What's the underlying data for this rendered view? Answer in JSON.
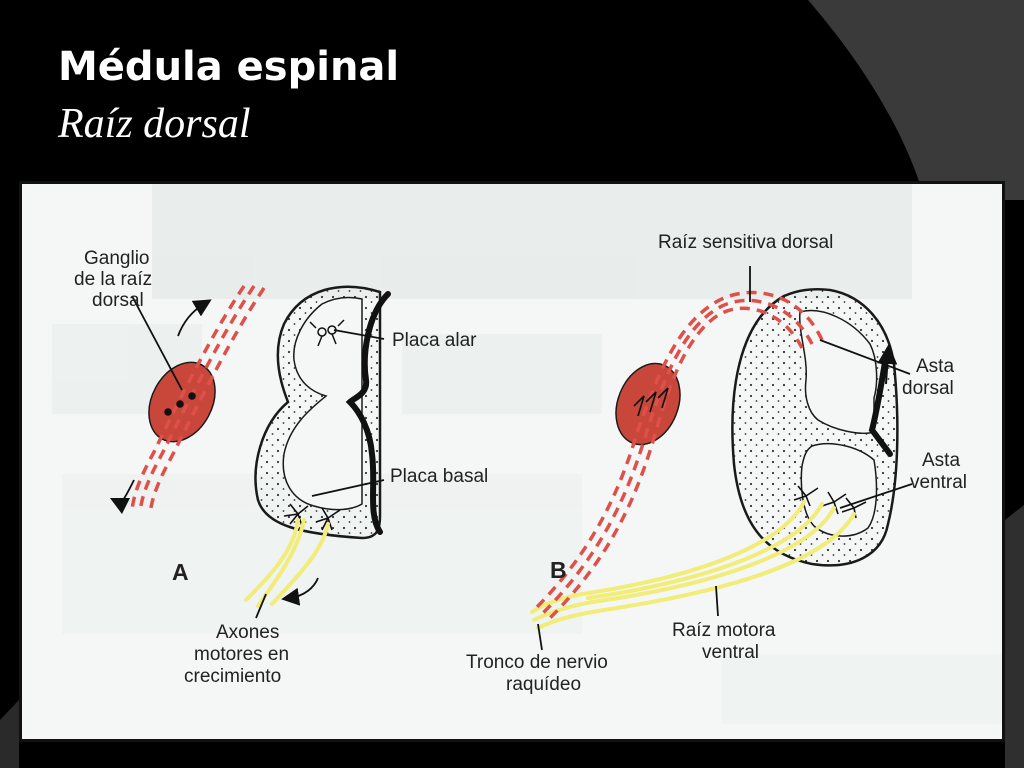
{
  "slide": {
    "title": "Médula espinal",
    "subtitle": "Raíz dorsal"
  },
  "colors": {
    "background": "#000000",
    "accent_gray": "#3a3a3a",
    "figure_bg": "#f4f7f6",
    "ganglion": "#c9463a",
    "sensory_fiber": "#e0504a",
    "motor_fiber": "#f2ec78",
    "outline": "#1a1a1a"
  },
  "figure": {
    "panel_a": {
      "letter": "A",
      "ganglion": [
        "Ganglio",
        "de la raíz",
        "dorsal"
      ],
      "alar_plate": "Placa alar",
      "basal_plate": "Placa basal",
      "axons": [
        "Axones",
        "motores en",
        "crecimiento"
      ]
    },
    "panel_b": {
      "letter": "B",
      "sensory_root": "Raíz sensitiva dorsal",
      "dorsal_horn": [
        "Asta",
        "dorsal"
      ],
      "ventral_horn": [
        "Asta",
        "ventral"
      ],
      "motor_root": [
        "Raíz motora",
        "ventral"
      ],
      "nerve_trunk": [
        "Tronco de nervio",
        "raquídeo"
      ]
    }
  }
}
